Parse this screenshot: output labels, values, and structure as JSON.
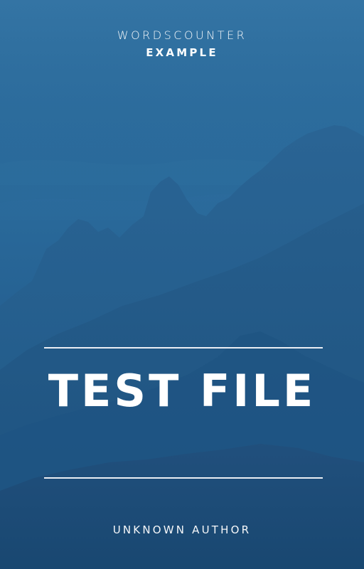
{
  "cover": {
    "brand": "WORDSCOUNTER",
    "subtitle": "EXAMPLE",
    "title": "TEST FILE",
    "author": "UNKNOWN AUTHOR"
  },
  "colors": {
    "background_top": "#2b6d9e",
    "background_bottom": "#1a4c77",
    "text": "#ffffff",
    "rule": "#f5f7fa"
  }
}
